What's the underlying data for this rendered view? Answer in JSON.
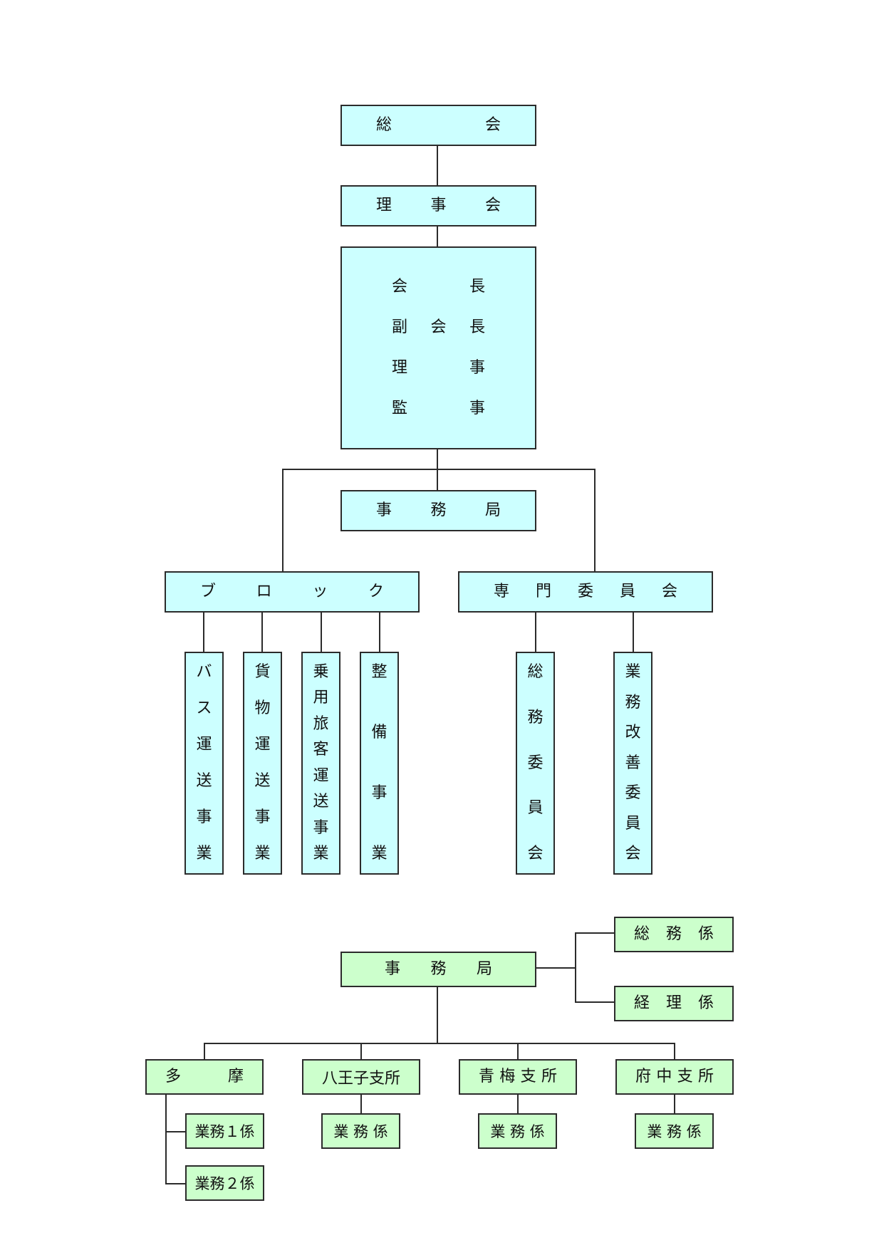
{
  "top": {
    "general_assembly": [
      "総",
      "会"
    ],
    "board": [
      "理",
      "事",
      "会"
    ],
    "executives": [
      [
        "会",
        "",
        "長"
      ],
      [
        "副",
        "会",
        "長"
      ],
      [
        "理",
        "",
        "事"
      ],
      [
        "監",
        "",
        "事"
      ]
    ],
    "secretariat": [
      "事",
      "務",
      "局"
    ],
    "block": [
      "ブ",
      "ロ",
      "ッ",
      "ク"
    ],
    "committees": [
      "専",
      "門",
      "委",
      "員",
      "会"
    ],
    "block_children": [
      [
        "バ",
        "ス",
        "運",
        "送",
        "事",
        "業"
      ],
      [
        "貨",
        "物",
        "運",
        "送",
        "事",
        "業"
      ],
      [
        "乗",
        "用",
        "旅",
        "客",
        "運",
        "送",
        "事",
        "業"
      ],
      [
        "整",
        "備",
        "事",
        "業"
      ]
    ],
    "committee_children": [
      [
        "総",
        "務",
        "委",
        "員",
        "会"
      ],
      [
        "業",
        "務",
        "改",
        "善",
        "委",
        "員",
        "会"
      ]
    ]
  },
  "secretariat_chart": {
    "head": [
      "事",
      "務",
      "局"
    ],
    "right": [
      [
        "総",
        "務",
        "係"
      ],
      [
        "経",
        "理",
        "係"
      ]
    ],
    "branches": [
      [
        "多",
        "摩"
      ],
      [
        "八王子支所"
      ],
      [
        "青",
        "梅",
        "支",
        "所"
      ],
      [
        "府",
        "中",
        "支",
        "所"
      ]
    ],
    "tama_units": [
      "業務１係",
      "業務２係"
    ],
    "branch_units": [
      "業 務 係",
      "業 務 係",
      "業 務 係"
    ]
  },
  "colors": {
    "upper_fill": "#ccffff",
    "lower_fill": "#ccffcc",
    "line": "#2b2b2b"
  }
}
